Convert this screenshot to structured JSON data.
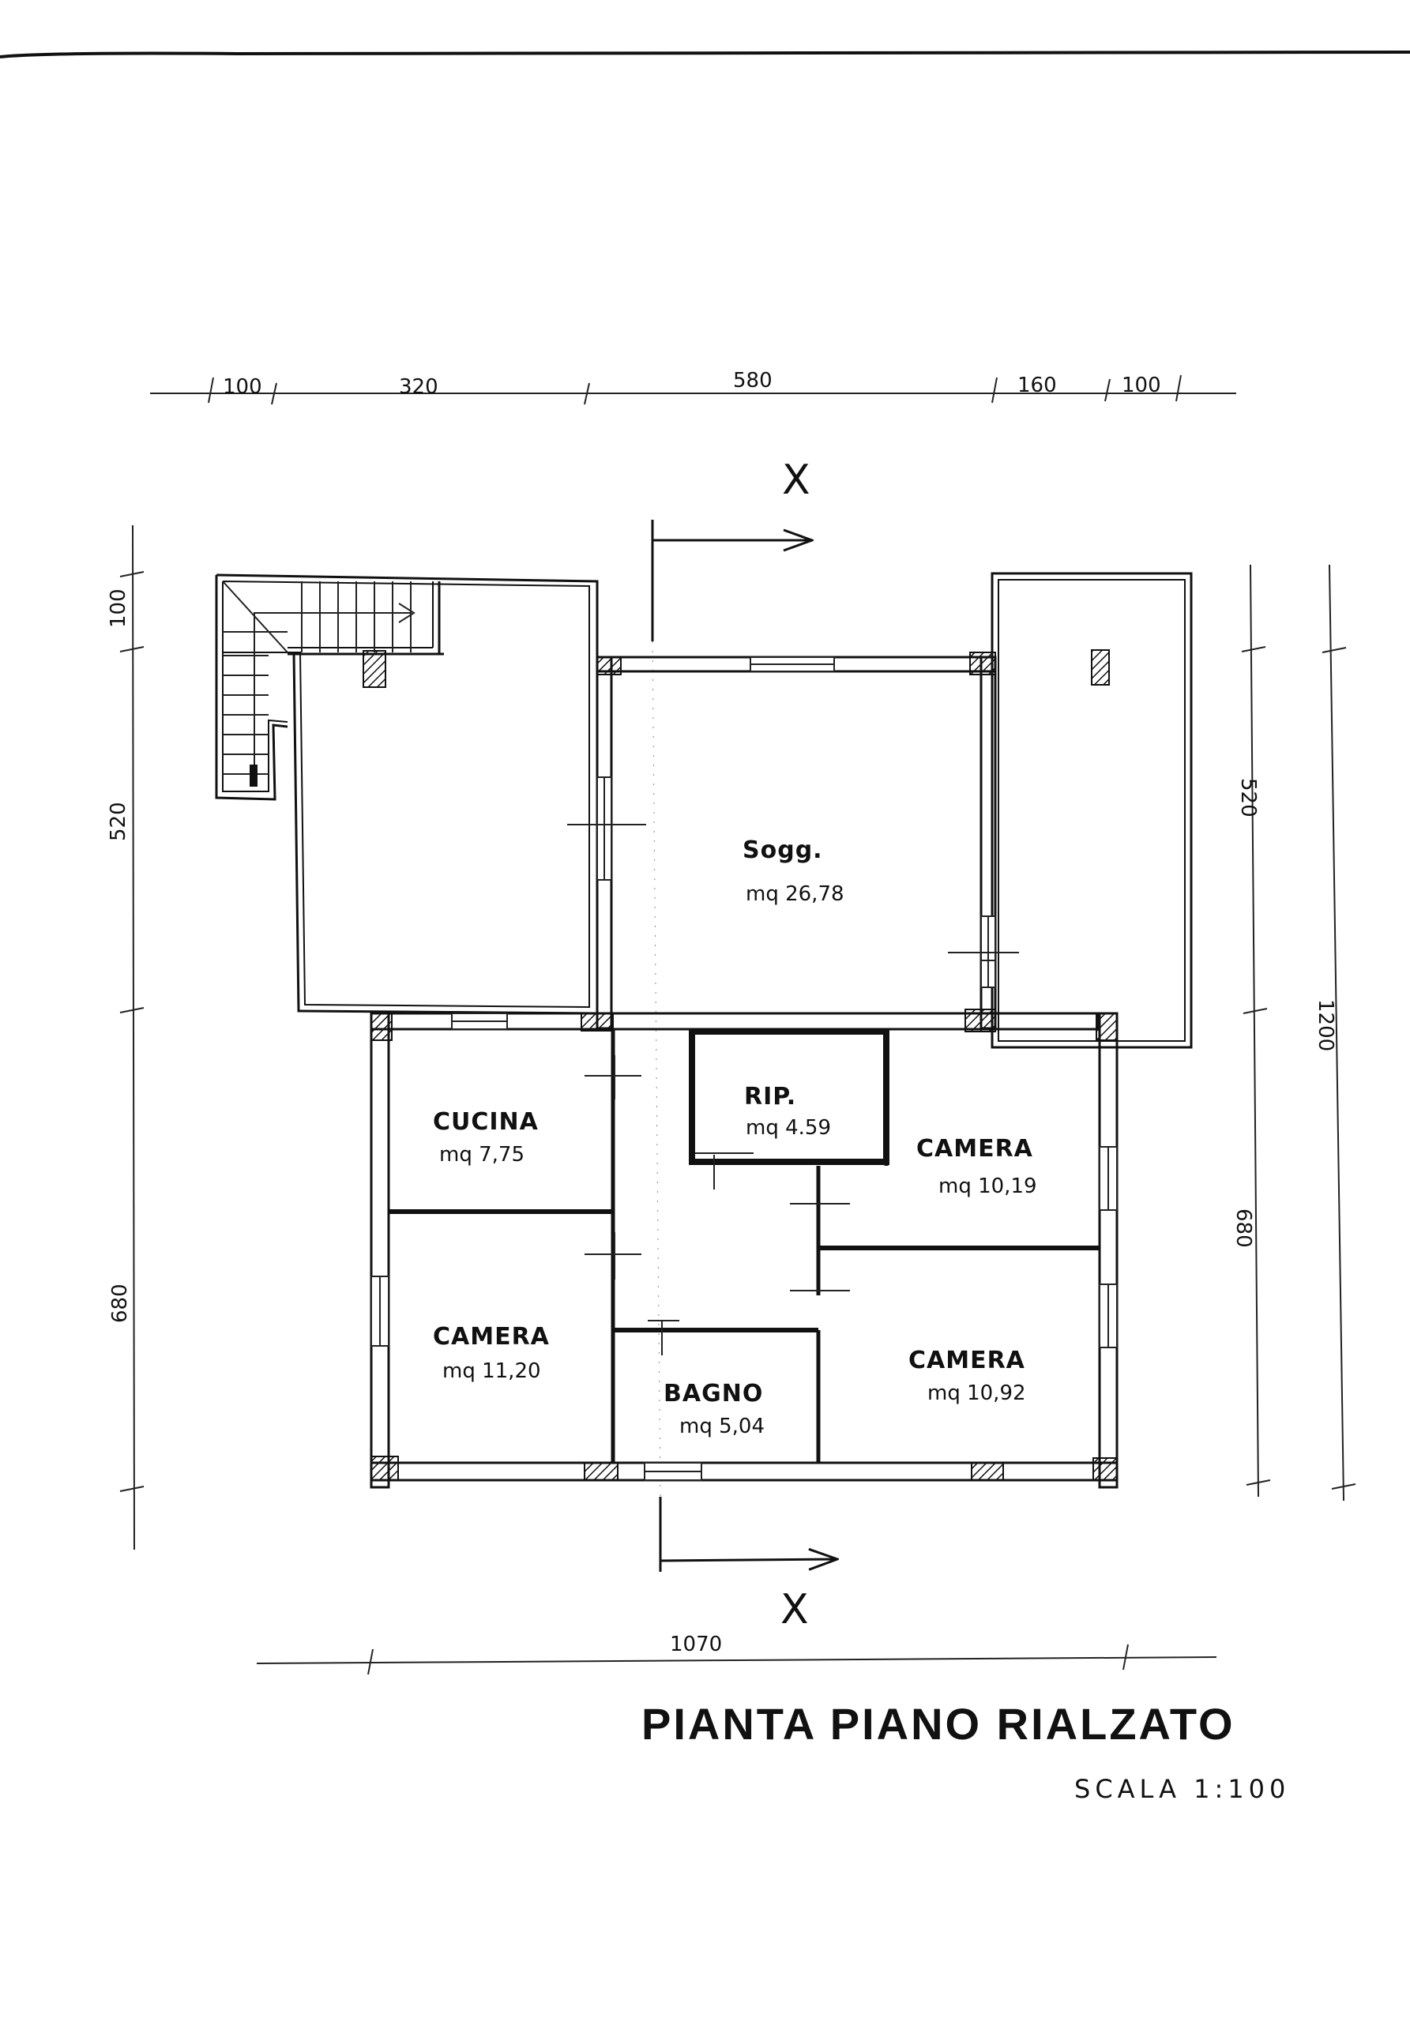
{
  "drawing": {
    "title": "PIANTA PIANO RIALZATO",
    "scale": "SCALA 1:100",
    "section_mark": "X"
  },
  "dimensions": {
    "top": [
      "100",
      "320",
      "580",
      "160",
      "100"
    ],
    "bottom": "1070",
    "left": [
      "100",
      "520",
      "680"
    ],
    "right_inner": [
      "520",
      "680"
    ],
    "right_outer": "1200"
  },
  "rooms": [
    {
      "name": "Sogg.",
      "area": "mq 26,78"
    },
    {
      "name": "RIP.",
      "area": "mq 4.59"
    },
    {
      "name": "CUCINA",
      "area": "mq 7,75"
    },
    {
      "name": "CAMERA",
      "area": "mq 10,19"
    },
    {
      "name": "CAMERA",
      "area": "mq 11,20"
    },
    {
      "name": "BAGNO",
      "area": "mq 5,04"
    },
    {
      "name": "CAMERA",
      "area": "mq 10,92"
    }
  ]
}
